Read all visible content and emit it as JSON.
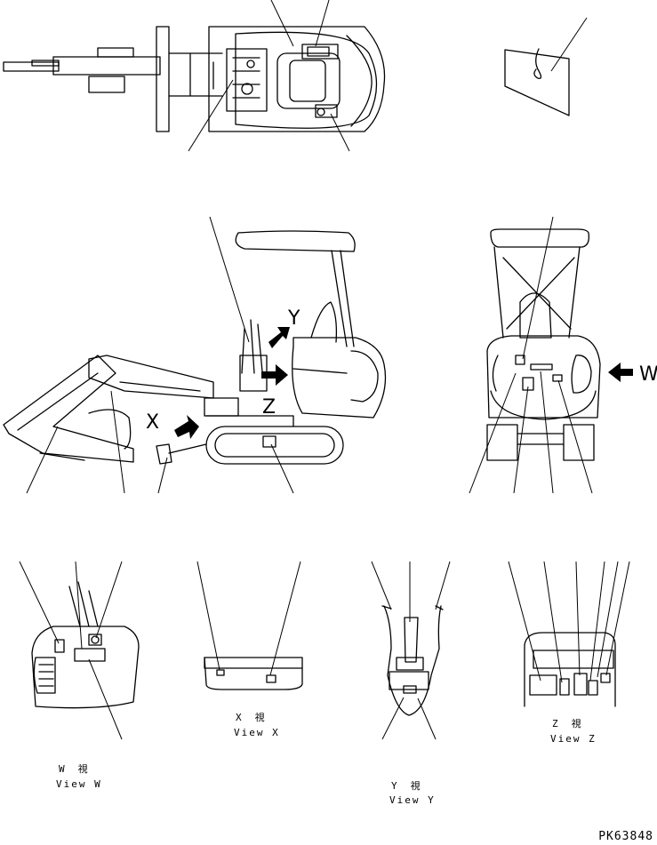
{
  "letters": {
    "x": "X",
    "y": "Y",
    "z": "Z",
    "w": "W"
  },
  "views": {
    "w": {
      "jp": "W　視",
      "en": "View W"
    },
    "x": {
      "jp": "X　視",
      "en": "View X"
    },
    "y": {
      "jp": "Y　視",
      "en": "View Y"
    },
    "z": {
      "jp": "Z　視",
      "en": "View Z"
    }
  },
  "drawing_code": "PK63848"
}
